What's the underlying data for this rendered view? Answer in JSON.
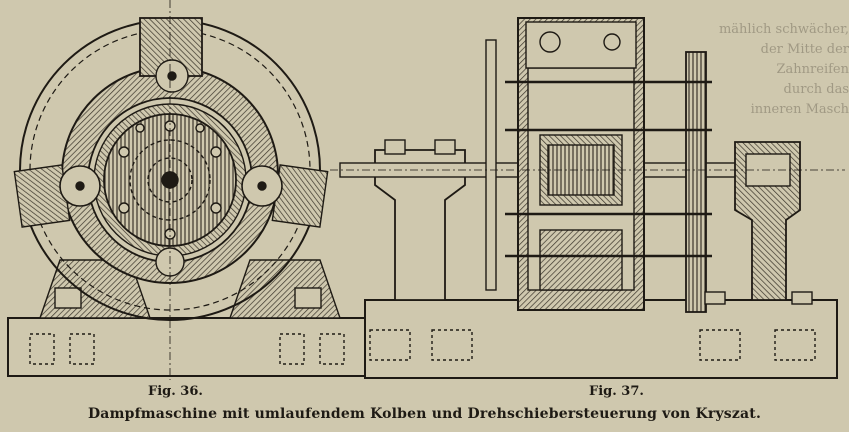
{
  "figures": [
    {
      "label": "Fig. 36."
    },
    {
      "label": "Fig. 37."
    }
  ],
  "caption": "Dampfmaschine mit umlaufendem Kolben und Drehschiebersteuerung von Kryszat.",
  "background_text": [
    "mählich schwächer,",
    "der Mitte der",
    "Zahnreifen",
    "durch das",
    "inneren Masch"
  ],
  "colors": {
    "paper": "#cfc8ae",
    "ink": "#1e1a14",
    "hatch": "#3a342a"
  }
}
